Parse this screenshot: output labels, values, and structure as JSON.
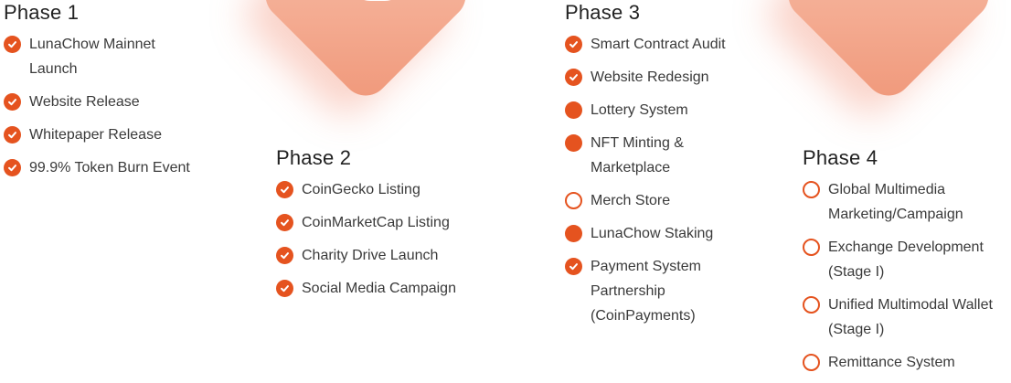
{
  "phases": [
    {
      "title": "Phase 1",
      "items": [
        {
          "label": "LunaChow Mainnet Launch",
          "status": "done"
        },
        {
          "label": "Website Release",
          "status": "done"
        },
        {
          "label": "Whitepaper Release",
          "status": "done"
        },
        {
          "label": "99.9% Token Burn Event",
          "status": "done"
        }
      ]
    },
    {
      "title": "Phase 2",
      "items": [
        {
          "label": "CoinGecko Listing",
          "status": "done"
        },
        {
          "label": "CoinMarketCap Listing",
          "status": "done"
        },
        {
          "label": "Charity Drive Launch",
          "status": "done"
        },
        {
          "label": "Social Media Campaign",
          "status": "done"
        }
      ]
    },
    {
      "title": "Phase 3",
      "items": [
        {
          "label": "Smart Contract Audit",
          "status": "done"
        },
        {
          "label": "Website Redesign",
          "status": "done"
        },
        {
          "label": "Lottery System",
          "status": "in-progress"
        },
        {
          "label": "NFT Minting & Marketplace",
          "status": "in-progress"
        },
        {
          "label": "Merch Store",
          "status": "pending"
        },
        {
          "label": "LunaChow Staking",
          "status": "in-progress"
        },
        {
          "label": "Payment System Partnership (CoinPayments)",
          "status": "done"
        }
      ]
    },
    {
      "title": "Phase 4",
      "items": [
        {
          "label": "Global Multimedia Marketing/Campaign",
          "status": "pending"
        },
        {
          "label": "Exchange Development (Stage I)",
          "status": "pending"
        },
        {
          "label": "Unified Multimodal Wallet (Stage I)",
          "status": "pending"
        },
        {
          "label": "Remittance System",
          "status": "pending"
        }
      ]
    }
  ],
  "colors": {
    "accent": "#e5531f",
    "tile": "#f4ab91",
    "text": "#3a3a3a"
  },
  "icons": {
    "done": "check-circle-icon",
    "in-progress": "filled-circle-icon",
    "pending": "empty-circle-icon"
  }
}
